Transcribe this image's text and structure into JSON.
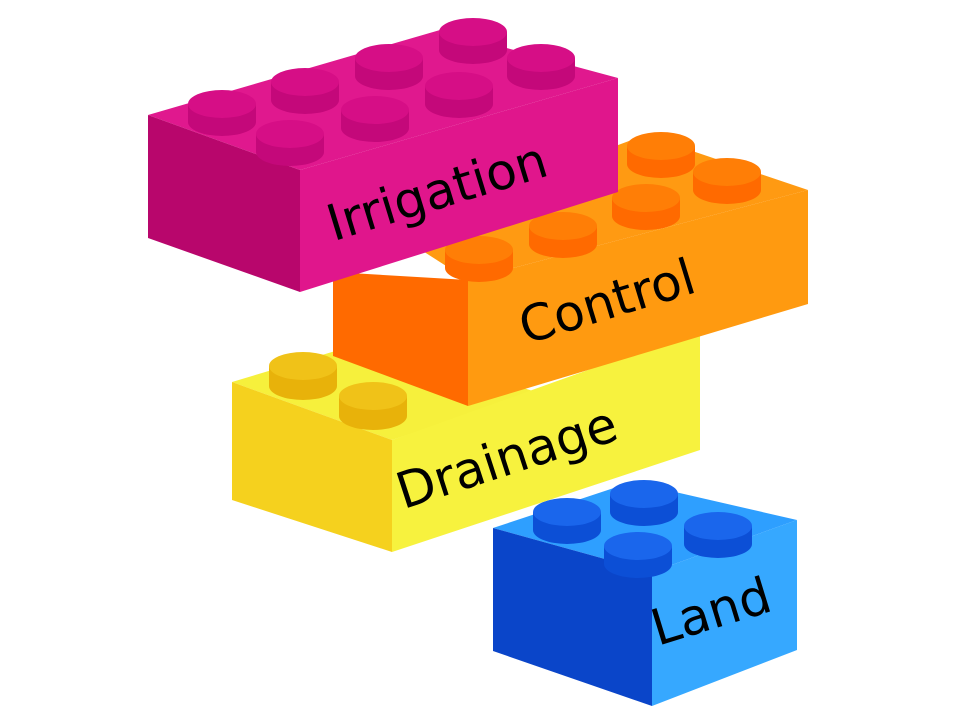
{
  "bricks": [
    {
      "id": "irrigation",
      "label": "Irrigation",
      "colors": {
        "top": "#E0188E",
        "front": "#E0168C",
        "side": "#B8066C",
        "stud": "#C4087A",
        "studTop": "#D60E86"
      }
    },
    {
      "id": "control",
      "label": "Control",
      "colors": {
        "top": "#FF9A12",
        "front": "#FF9A10",
        "side": "#FF6A00",
        "stud": "#FF6A00",
        "studTop": "#FF7E06"
      }
    },
    {
      "id": "drainage",
      "label": "Drainage",
      "colors": {
        "top": "#F6F03C",
        "front": "#F7F23E",
        "side": "#F5D11E",
        "stud": "#E8B20A",
        "studTop": "#F0C218"
      }
    },
    {
      "id": "land",
      "label": "Land",
      "colors": {
        "top": "#2E9FFF",
        "front": "#36A8FF",
        "side": "#0A45C9",
        "stud": "#0C4FD6",
        "studTop": "#1A66EC"
      }
    }
  ]
}
